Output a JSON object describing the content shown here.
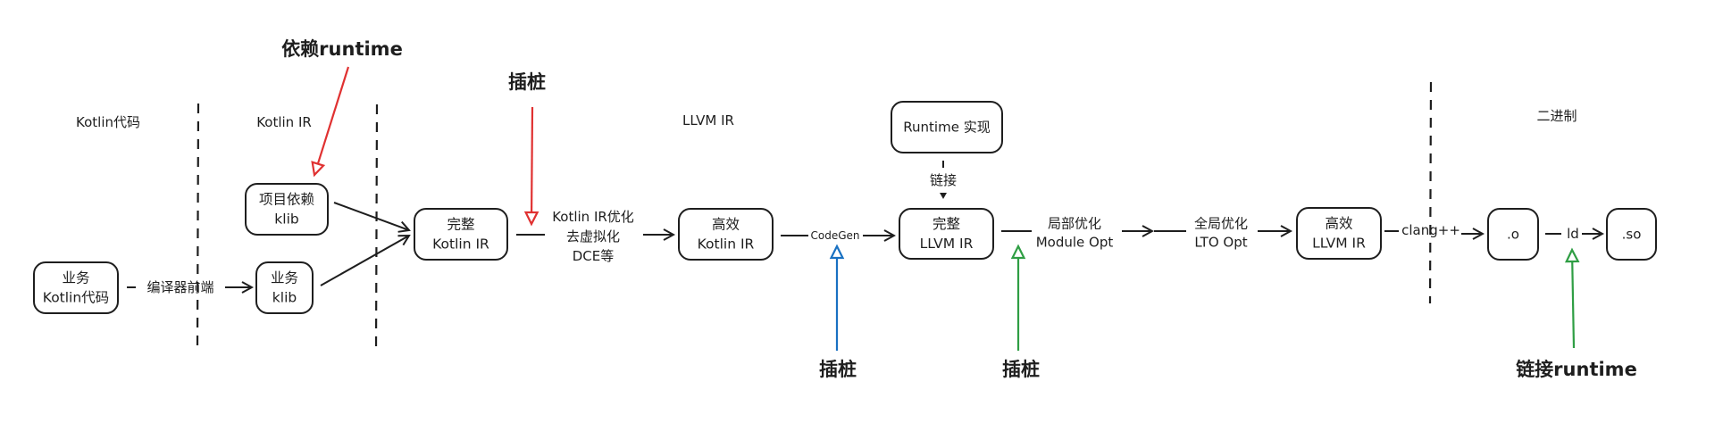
{
  "colors": {
    "ink": "#1e1e1e",
    "red": "#e03131",
    "blue": "#1971c2",
    "green": "#2f9e44",
    "background": "#ffffff"
  },
  "stages": {
    "kotlin_code": "Kotlin代码",
    "kotlin_ir": "Kotlin IR",
    "llvm_ir": "LLVM IR",
    "binary": "二进制"
  },
  "boxes": {
    "business_kotlin_code": [
      "业务",
      "Kotlin代码"
    ],
    "project_dep_klib": [
      "项目依赖",
      "klib"
    ],
    "business_klib": [
      "业务",
      "klib"
    ],
    "full_kotlin_ir": [
      "完整",
      "Kotlin IR"
    ],
    "efficient_kotlin_ir": [
      "高效",
      "Kotlin IR"
    ],
    "runtime_impl": [
      "Runtime 实现"
    ],
    "full_llvm_ir": [
      "完整",
      "LLVM IR"
    ],
    "efficient_llvm_ir": [
      "高效",
      "LLVM IR"
    ],
    "object_file": [
      ".o"
    ],
    "shared_object": [
      ".so"
    ]
  },
  "edges": {
    "frontend": [
      "编译器前端"
    ],
    "kotlin_ir_opt": [
      "Kotlin IR优化",
      "去虚拟化",
      "DCE等"
    ],
    "codegen": [
      "CodeGen"
    ],
    "link": [
      "链接"
    ],
    "module_opt": [
      "局部优化",
      "Module Opt"
    ],
    "lto_opt": [
      "全局优化",
      "LTO Opt"
    ],
    "clang": [
      "clang++"
    ],
    "ld": [
      "ld"
    ]
  },
  "annotations": {
    "depend_runtime": "依赖runtime",
    "instrument_kotlin_ir": "插桩",
    "instrument_codegen": "插桩",
    "instrument_module": "插桩",
    "link_runtime": "链接runtime"
  }
}
